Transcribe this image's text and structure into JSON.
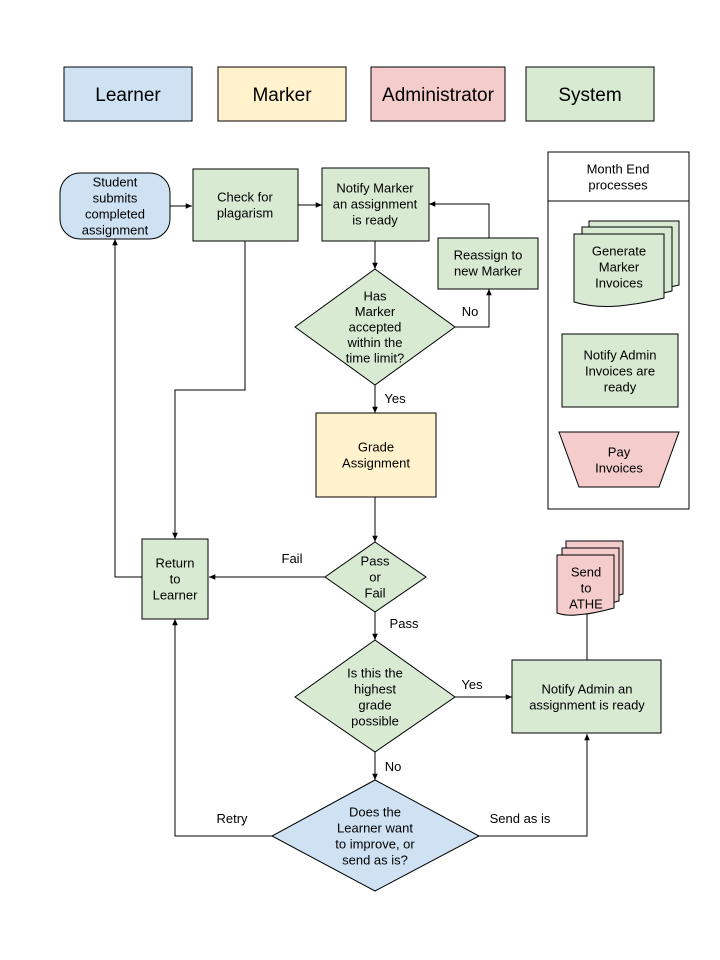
{
  "colors": {
    "learner": "#cfe2f3",
    "marker": "#fff2cc",
    "administrator": "#f4cccc",
    "system": "#d9ead3",
    "stroke": "#000000"
  },
  "legend": {
    "learner": "Learner",
    "marker": "Marker",
    "administrator": "Administrator",
    "system": "System"
  },
  "nodes": {
    "student_submits": [
      "Student",
      "submits",
      "completed",
      "assignment"
    ],
    "check_plagiarism": [
      "Check for",
      "plagarism"
    ],
    "notify_marker": [
      "Notify Marker",
      "an assignment",
      "is ready"
    ],
    "reassign": [
      "Reassign to",
      "new Marker"
    ],
    "marker_accepted": [
      "Has",
      "Marker",
      "accepted",
      "within the",
      "time limit?"
    ],
    "grade_assignment": [
      "Grade",
      "Assignment"
    ],
    "pass_or_fail": [
      "Pass",
      "or",
      "Fail"
    ],
    "return_to_learner": [
      "Return",
      "to",
      "Learner"
    ],
    "highest_grade": [
      "Is this the",
      "highest",
      "grade",
      "possible"
    ],
    "notify_admin_assignment": [
      "Notify Admin an",
      "assignment is ready"
    ],
    "send_to_athe": [
      "Send",
      "to",
      "ATHE"
    ],
    "learner_choice": [
      "Does the",
      "Learner want",
      "to improve, or",
      "send as is?"
    ]
  },
  "month_end": {
    "title": [
      "Month End",
      "processes"
    ],
    "generate_invoices": [
      "Generate",
      "Marker",
      "Invoices"
    ],
    "notify_admin_invoices": [
      "Notify Admin",
      "Invoices are",
      "ready"
    ],
    "pay_invoices": [
      "Pay",
      "Invoices"
    ]
  },
  "edge_labels": {
    "no": "No",
    "yes": "Yes",
    "fail": "Fail",
    "pass": "Pass",
    "highest_yes": "Yes",
    "highest_no": "No",
    "retry": "Retry",
    "send_as_is": "Send as is"
  }
}
